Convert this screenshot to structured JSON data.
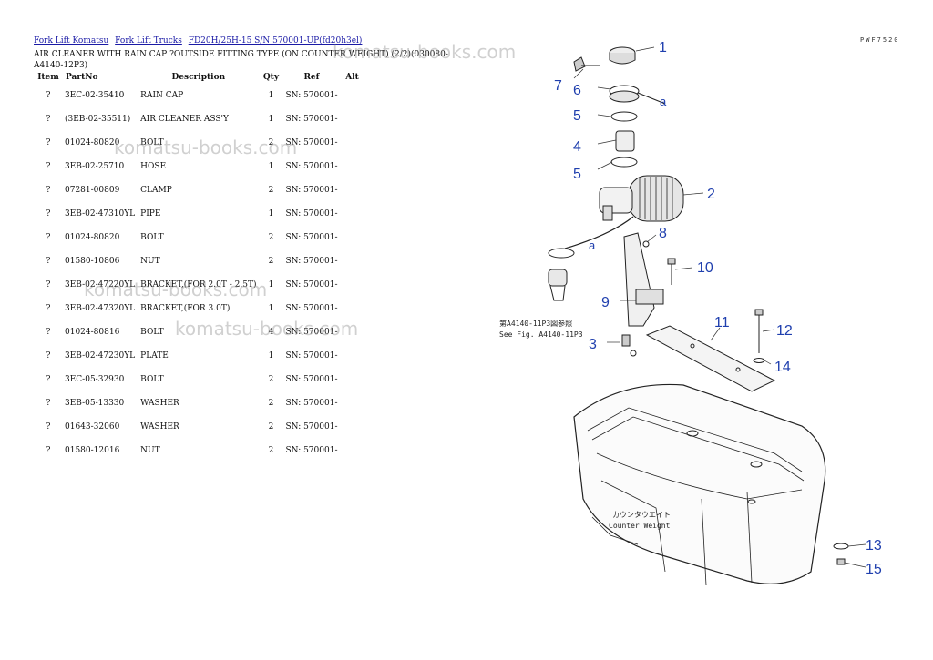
{
  "breadcrumb": [
    {
      "label": "Fork Lift Komatsu"
    },
    {
      "label": "Fork Lift Trucks"
    },
    {
      "label": "FD20H/25H-15 S/N 570001-UP(fd20h3el)"
    }
  ],
  "title_line1": "AIR CLEANER WITH RAIN CAP ?OUTSIDE FITTING TYPE (ON COUNTER WEIGHT) (2/2)(030080-",
  "title_line2": "A4140-12P3)",
  "table": {
    "headers": [
      "Item",
      "PartNo",
      "Description",
      "Qty",
      "Ref",
      "Alt"
    ],
    "rows": [
      {
        "item": "?",
        "part": "3EC-02-35410",
        "desc": "RAIN CAP",
        "qty": "1",
        "ref": "SN: 570001-"
      },
      {
        "item": "?",
        "part": "(3EB-02-35511)",
        "desc": "AIR CLEANER ASS'Y",
        "qty": "1",
        "ref": "SN: 570001-"
      },
      {
        "item": "?",
        "part": "01024-80820",
        "desc": "BOLT",
        "qty": "2",
        "ref": "SN: 570001-"
      },
      {
        "item": "?",
        "part": "3EB-02-25710",
        "desc": "HOSE",
        "qty": "1",
        "ref": "SN: 570001-"
      },
      {
        "item": "?",
        "part": "07281-00809",
        "desc": "CLAMP",
        "qty": "2",
        "ref": "SN: 570001-"
      },
      {
        "item": "?",
        "part": "3EB-02-47310YL",
        "desc": "PIPE",
        "qty": "1",
        "ref": "SN: 570001-"
      },
      {
        "item": "?",
        "part": "01024-80820",
        "desc": "BOLT",
        "qty": "2",
        "ref": "SN: 570001-"
      },
      {
        "item": "?",
        "part": "01580-10806",
        "desc": "NUT",
        "qty": "2",
        "ref": "SN: 570001-"
      },
      {
        "item": "?",
        "part": "3EB-02-47220YL",
        "desc": "BRACKET,(FOR 2.0T - 2.5T)",
        "qty": "1",
        "ref": "SN: 570001-"
      },
      {
        "item": "?",
        "part": "3EB-02-47320YL",
        "desc": "BRACKET,(FOR 3.0T)",
        "qty": "1",
        "ref": "SN: 570001-"
      },
      {
        "item": "?",
        "part": "01024-80816",
        "desc": "BOLT",
        "qty": "4",
        "ref": "SN: 570001-"
      },
      {
        "item": "?",
        "part": "3EB-02-47230YL",
        "desc": "PLATE",
        "qty": "1",
        "ref": "SN: 570001-"
      },
      {
        "item": "?",
        "part": "3EC-05-32930",
        "desc": "BOLT",
        "qty": "2",
        "ref": "SN: 570001-"
      },
      {
        "item": "?",
        "part": "3EB-05-13330",
        "desc": "WASHER",
        "qty": "2",
        "ref": "SN: 570001-"
      },
      {
        "item": "?",
        "part": "01643-32060",
        "desc": "WASHER",
        "qty": "2",
        "ref": "SN: 570001-"
      },
      {
        "item": "?",
        "part": "01580-12016",
        "desc": "NUT",
        "qty": "2",
        "ref": "SN: 570001-"
      }
    ]
  },
  "watermark": "komatsu-books.com",
  "diagram": {
    "code": "PWF7520",
    "callouts": [
      "1",
      "2",
      "3",
      "4",
      "5",
      "5",
      "6",
      "7",
      "8",
      "9",
      "10",
      "11",
      "12",
      "13",
      "14",
      "15"
    ],
    "ref_a": "a",
    "see_fig_jp": "第A4140-11P3図参照",
    "see_fig_en": "See Fig. A4140-11P3",
    "counterweight_jp": "カウンタウエイト",
    "counterweight_en": "Counter Weight"
  }
}
